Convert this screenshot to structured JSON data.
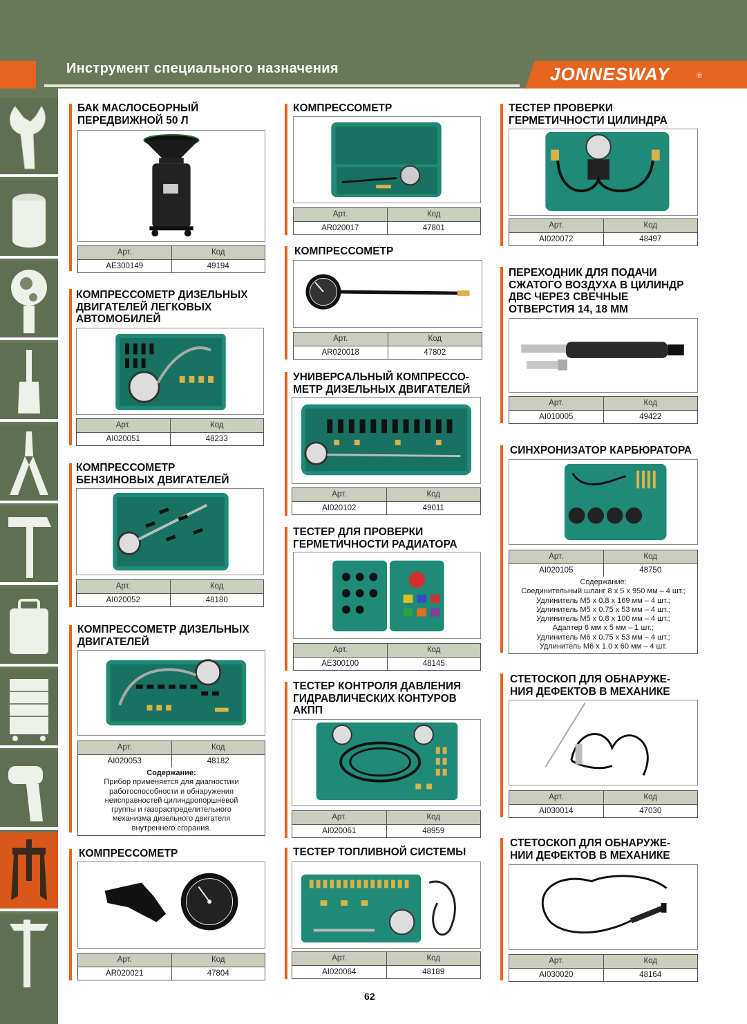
{
  "header": {
    "title": "Инструмент специального назначения",
    "brand": "JONNESWAY",
    "brand_mark": "®"
  },
  "colors": {
    "olive": "#687858",
    "orange": "#e8641e",
    "case_green": "#1f8a78",
    "header_row": "#c8cfbd"
  },
  "sidebar": {
    "items": [
      {
        "icon": "wrench-icon"
      },
      {
        "icon": "socket-icon"
      },
      {
        "icon": "ratchet-icon"
      },
      {
        "icon": "screwdriver-icon"
      },
      {
        "icon": "pliers-icon"
      },
      {
        "icon": "hammer-icon"
      },
      {
        "icon": "tool-bag-icon"
      },
      {
        "icon": "tool-cabinet-icon"
      },
      {
        "icon": "impact-wrench-icon"
      },
      {
        "icon": "puller-icon",
        "active": true
      },
      {
        "icon": "caliper-icon"
      }
    ]
  },
  "spec_labels": {
    "art": "Арт.",
    "code": "Код"
  },
  "products": [
    {
      "title": "БАК МАСЛОСБОРНЫЙ\nПЕРЕДВИЖНОЙ 50 Л",
      "art": "AE300149",
      "code": "49194",
      "image": "oil-drain-tank"
    },
    {
      "title": "КОМПРЕССОМЕТР ДИЗЕЛЬНЫХ\nДВИГАТЕЛЕЙ ЛЕГКОВЫХ\nАВТОМОБИЛЕЙ",
      "art": "AI020051",
      "code": "48233",
      "image": "diesel-compression-kit"
    },
    {
      "title": "КОМПРЕССОМЕТР\nБЕНЗИНОВЫХ ДВИГАТЕЛЕЙ",
      "art": "AI020052",
      "code": "48180",
      "image": "petrol-compression-kit"
    },
    {
      "title": "КОМПРЕССОМЕТР ДИЗЕЛЬНЫХ\nДВИГАТЕЛЕЙ",
      "art": "AI020053",
      "code": "48182",
      "image": "diesel-compression-kit-2",
      "contents_title": "Содержание:",
      "contents": "Прибор применяется для диагностики\nработоспособности и обнаружения\nнеисправностей цилиндропоршневой\nгруппы и газораспределительного\nмеханизма дизельного двигателя\nвнутреннего сгорания."
    },
    {
      "title": "КОМПРЕССОМЕТР",
      "art": "AR020021",
      "code": "47804",
      "image": "compression-gauge"
    },
    {
      "title": "КОМПРЕССОМЕТР",
      "art": "AR020017",
      "code": "47801",
      "image": "compression-tester-case"
    },
    {
      "title": "КОМПРЕССОМЕТР",
      "art": "AR020018",
      "code": "47802",
      "image": "compression-gauge-hose"
    },
    {
      "title": "УНИВЕРСАЛЬНЫЙ КОМПРЕССО-\nМЕТР ДИЗЕЛЬНЫХ ДВИГАТЕЛЕЙ",
      "art": "AI020102",
      "code": "49011",
      "image": "universal-diesel-kit"
    },
    {
      "title": "ТЕСТЕР ДЛЯ ПРОВЕРКИ\nГЕРМЕТИЧНОСТИ РАДИАТОРА",
      "art": "AE300100",
      "code": "48145",
      "image": "radiator-tester"
    },
    {
      "title": "ТЕСТЕР КОНТРОЛЯ ДАВЛЕНИЯ\nГИДРАВЛИЧЕСКИХ КОНТУРОВ\nАКПП",
      "art": "AI020061",
      "code": "48959",
      "image": "transmission-pressure-kit"
    },
    {
      "title": "ТЕСТЕР ТОПЛИВНОЙ СИСТЕМЫ",
      "art": "AI020064",
      "code": "48189",
      "image": "fuel-system-tester"
    },
    {
      "title": "ТЕСТЕР ПРОВЕРКИ\nГЕРМЕТИЧНОСТИ ЦИЛИНДРА",
      "art": "AI020072",
      "code": "48497",
      "image": "cylinder-leak-tester"
    },
    {
      "title": "ПЕРЕХОДНИК ДЛЯ ПОДАЧИ\nСЖАТОГО ВОЗДУХА В ЦИЛИНДР\nДВС ЧЕРЕЗ СВЕЧНЫЕ\nОТВЕРСТИЯ 14, 18 ММ",
      "art": "AI010005",
      "code": "49422",
      "image": "air-adapter"
    },
    {
      "title": "СИНХРОНИЗАТОР КАРБЮРАТОРА",
      "art": "AI020105",
      "code": "48750",
      "image": "carburetor-synchronizer",
      "contents_title": "Содержание:",
      "contents": "Соединительный шланг 8 x 5 x 950 мм – 4 шт.;\nУдлинитель M5 x 0.8 x 169 мм – 4 шт.;\nУдлинитель M5 x 0.75 x 53 мм – 4 шт.;\nУдлинитель M5 x 0.8 x 100 мм – 4 шт.;\nАдаптер 6 мм x 5 мм – 1 шт.;\nУдлинитель M6 x 0.75 x 53 мм – 4 шт.;\nУдлинитель M6 x 1.0 x 60 мм – 4 шт."
    },
    {
      "title": "СТЕТОСКОП ДЛЯ ОБНАРУЖЕ-\nНИЯ ДЕФЕКТОВ В МЕХАНИКЕ",
      "art": "AI030014",
      "code": "47030",
      "image": "mechanic-stethoscope"
    },
    {
      "title": "СТЕТОСКОП ДЛЯ ОБНАРУЖЕ-\nНИИ ДЕФЕКТОВ В МЕХАНИКЕ",
      "art": "AI030020",
      "code": "48164",
      "image": "mechanic-stethoscope-2"
    }
  ],
  "page_number": "62"
}
